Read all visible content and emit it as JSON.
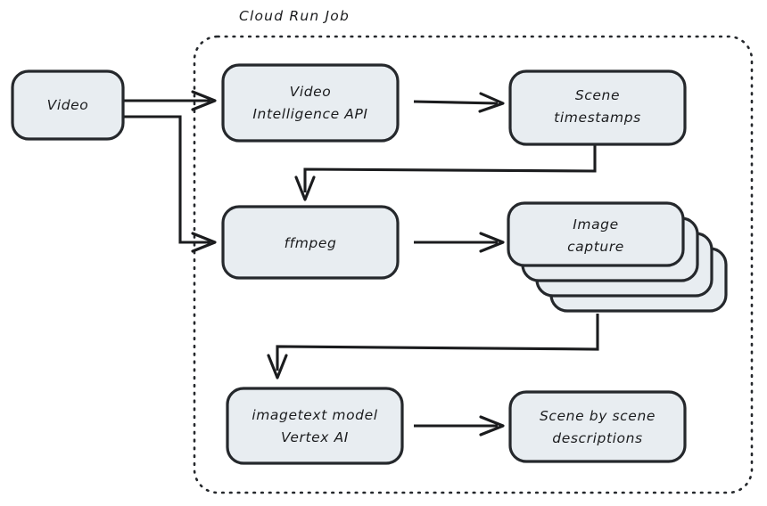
{
  "diagram": {
    "title": "Cloud Run Job",
    "style": {
      "node_fill": "#e8edf1",
      "node_stroke": "#25282c",
      "connector_color": "#1b1c1e",
      "text_color": "#1b1c1e",
      "background": "#ffffff",
      "boundary_style": "dotted"
    },
    "nodes": [
      {
        "id": "video",
        "label_lines": [
          "Video"
        ],
        "line1": "Video",
        "shape": "rounded-rect",
        "inside_group": false
      },
      {
        "id": "video-intelligence-api",
        "label_lines": [
          "Video",
          "Intelligence API"
        ],
        "line1": "Video",
        "line2": "Intelligence API",
        "shape": "rounded-rect",
        "inside_group": true
      },
      {
        "id": "scene-timestamps",
        "label_lines": [
          "Scene",
          "timestamps"
        ],
        "line1": "Scene",
        "line2": "timestamps",
        "shape": "rounded-rect",
        "inside_group": true
      },
      {
        "id": "ffmpeg",
        "label_lines": [
          "ffmpeg"
        ],
        "line1": "ffmpeg",
        "shape": "rounded-rect",
        "inside_group": true
      },
      {
        "id": "image-capture",
        "label_lines": [
          "Image",
          "capture"
        ],
        "line1": "Image",
        "line2": "capture",
        "shape": "stacked-rect",
        "stack_count": 4,
        "inside_group": true
      },
      {
        "id": "imagetext-model-vertex-ai",
        "label_lines": [
          "imagetext model",
          "Vertex AI"
        ],
        "line1": "imagetext model",
        "line2": "Vertex AI",
        "shape": "rounded-rect",
        "inside_group": true
      },
      {
        "id": "scene-by-scene-descriptions",
        "label_lines": [
          "Scene by scene",
          "descriptions"
        ],
        "line1": "Scene by scene",
        "line2": "descriptions",
        "shape": "rounded-rect",
        "inside_group": true
      }
    ],
    "edges": [
      {
        "id": "video-to-api",
        "from": "video",
        "to": "video-intelligence-api",
        "type": "straight",
        "arrow": true
      },
      {
        "id": "video-to-ffmpeg",
        "from": "video",
        "to": "ffmpeg",
        "type": "elbow",
        "arrow": true
      },
      {
        "id": "api-to-timestamps",
        "from": "video-intelligence-api",
        "to": "scene-timestamps",
        "type": "straight",
        "arrow": true
      },
      {
        "id": "timestamps-to-ffmpeg",
        "from": "scene-timestamps",
        "to": "ffmpeg",
        "type": "elbow",
        "arrow": true
      },
      {
        "id": "ffmpeg-to-image-capture",
        "from": "ffmpeg",
        "to": "image-capture",
        "type": "straight",
        "arrow": true
      },
      {
        "id": "image-capture-to-imagetext",
        "from": "image-capture",
        "to": "imagetext-model-vertex-ai",
        "type": "elbow",
        "arrow": true
      },
      {
        "id": "imagetext-to-descriptions",
        "from": "imagetext-model-vertex-ai",
        "to": "scene-by-scene-descriptions",
        "type": "straight",
        "arrow": true
      }
    ]
  }
}
